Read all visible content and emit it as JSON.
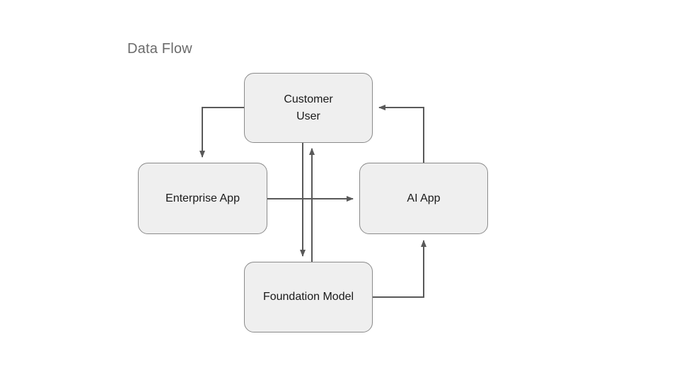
{
  "diagram": {
    "title": "Data Flow",
    "title_color": "#6b6b6b",
    "background": "#ffffff",
    "node_fill": "#efefef",
    "node_stroke": "#8a8a8a",
    "edge_color": "#595959",
    "text_color": "#1a1a1a",
    "nodes": [
      {
        "id": "customer",
        "label": "Customer\nUser",
        "shape": "rounded-rectangle"
      },
      {
        "id": "enterprise",
        "label": "Enterprise App",
        "shape": "rounded-rectangle"
      },
      {
        "id": "aiapp",
        "label": "AI App",
        "shape": "rounded-rectangle"
      },
      {
        "id": "foundation",
        "label": "Foundation Model",
        "shape": "rounded-rectangle"
      }
    ],
    "edges": [
      {
        "id": "customer-to-enterprise",
        "from": "customer",
        "to": "enterprise",
        "style": "elbow",
        "arrow": "end"
      },
      {
        "id": "enterprise-to-aiapp",
        "from": "enterprise",
        "to": "aiapp",
        "style": "straight",
        "arrow": "end"
      },
      {
        "id": "aiapp-to-customer",
        "from": "aiapp",
        "to": "customer",
        "style": "elbow",
        "arrow": "end"
      },
      {
        "id": "customer-to-foundation",
        "from": "customer",
        "to": "foundation",
        "style": "vertical",
        "arrow": "end"
      },
      {
        "id": "foundation-to-customer",
        "from": "foundation",
        "to": "customer",
        "style": "vertical",
        "arrow": "end"
      },
      {
        "id": "foundation-to-aiapp",
        "from": "foundation",
        "to": "aiapp",
        "style": "elbow",
        "arrow": "end"
      }
    ]
  }
}
